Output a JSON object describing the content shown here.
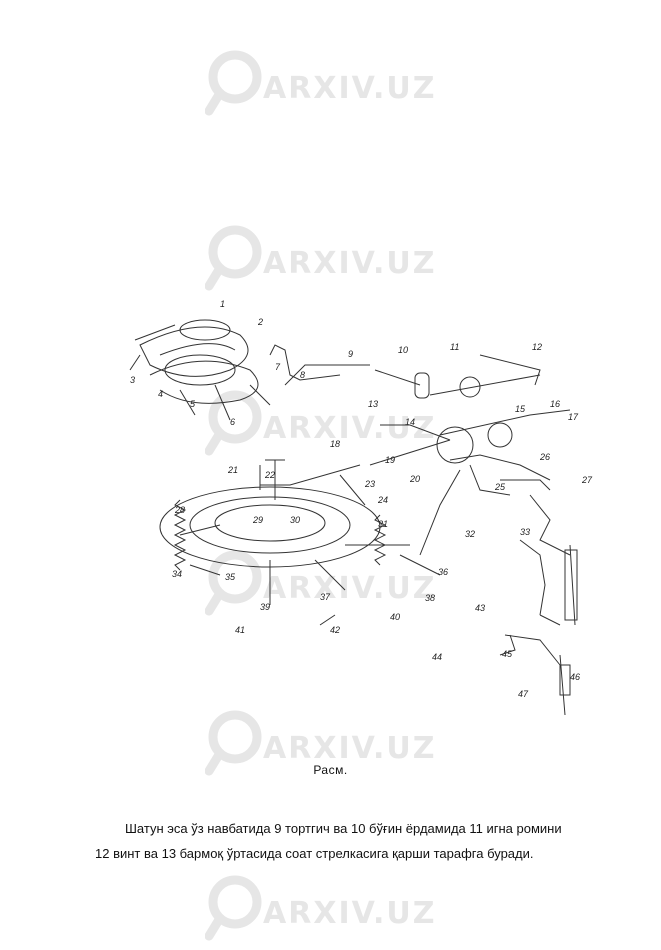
{
  "watermark": {
    "text": "ARXIV.UZ",
    "icon": "magnifier-icon",
    "color": "#e6e6e6"
  },
  "figure": {
    "labels": [
      "1",
      "2",
      "3",
      "4",
      "5",
      "6",
      "7",
      "8",
      "9",
      "10",
      "11",
      "12",
      "13",
      "14",
      "15",
      "16",
      "17",
      "18",
      "19",
      "20",
      "21",
      "22",
      "23",
      "24",
      "25",
      "26",
      "27",
      "28",
      "29",
      "30",
      "31",
      "32",
      "33",
      "34",
      "35",
      "36",
      "37",
      "38",
      "39",
      "40",
      "41",
      "42",
      "43",
      "44",
      "45",
      "46",
      "47"
    ]
  },
  "caption": "Расм.",
  "paragraph": {
    "line1": "Шатун эса ўз навбатида 9 тортгич ва 10 бўғин ёрдамида 11 игна ромини",
    "line2": "12 винт ва 13 бармоқ ўртасида соат стрелкасига қарши тарафга буради."
  }
}
